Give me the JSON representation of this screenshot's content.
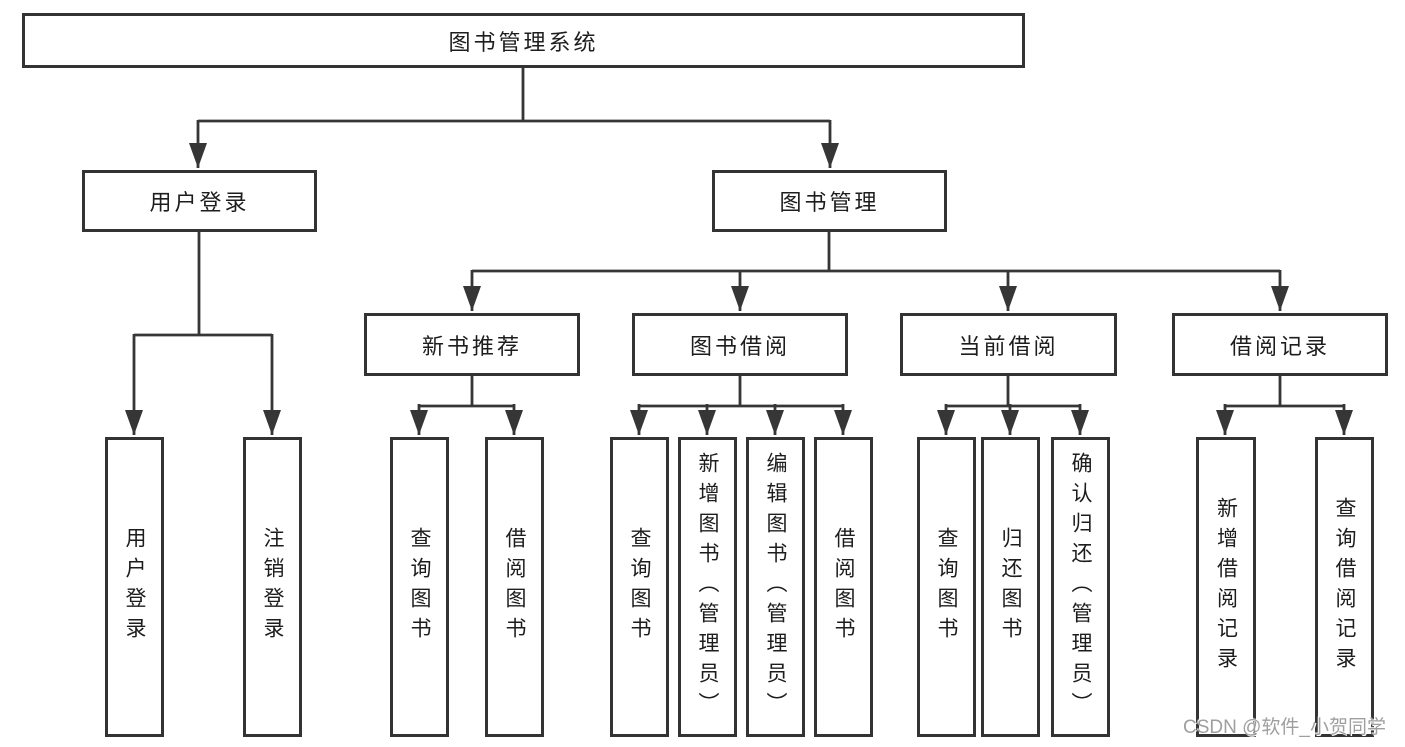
{
  "diagram": {
    "title": "图书管理系统",
    "nodes": {
      "root": {
        "label": "图书管理系统"
      },
      "level2": [
        {
          "label": "用户登录"
        },
        {
          "label": "图书管理"
        }
      ],
      "level3": [
        {
          "label": "新书推荐"
        },
        {
          "label": "图书借阅"
        },
        {
          "label": "当前借阅"
        },
        {
          "label": "借阅记录"
        }
      ],
      "leaves": [
        {
          "label": "用户登录"
        },
        {
          "label": "注销登录"
        },
        {
          "label": "查询图书"
        },
        {
          "label": "借阅图书"
        },
        {
          "label": "查询图书"
        },
        {
          "label": "新增图书（管理员）"
        },
        {
          "label": "编辑图书（管理员）"
        },
        {
          "label": "借阅图书"
        },
        {
          "label": "查询图书"
        },
        {
          "label": "归还图书"
        },
        {
          "label": "确认归还（管理员）"
        },
        {
          "label": "新增借阅记录"
        },
        {
          "label": "查询借阅记录"
        }
      ]
    },
    "colors": {
      "line": "#363636",
      "box_border": "#333333",
      "text": "#1d1d1d",
      "background": "#ffffff",
      "watermark_text": "#9f9f9f"
    }
  },
  "watermark": {
    "text": "CSDN @软件_小贺同学"
  }
}
